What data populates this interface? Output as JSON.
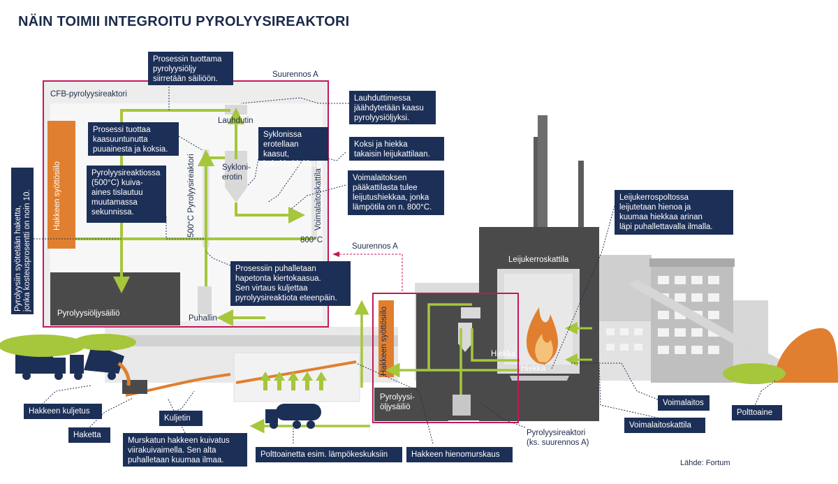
{
  "title": "NÄIN TOIMII INTEGROITU PYROLYYSIREAKTORI",
  "source": "Lähde: Fortum",
  "inset": {
    "name": "Suurennos A",
    "reactor_title": "CFB-pyrolyysireaktori",
    "hakkeen_syottosiilo": "Hakkeen syöttösiilo",
    "pyrolyysioljysailio": "Pyrolyysiöljysäiliö",
    "puhallin": "Puhallin",
    "lauhdutin": "Lauhdutin",
    "sykloni": "Sykloni-\nerotin",
    "reaktori_vert": "500°C Pyrolyysireaktori",
    "voimalaitoskattila_vert": "Voimalaitoskattila",
    "temp_800": "800°C"
  },
  "callouts": {
    "pyrolyysioljy": "Prosessin tuottama\npyrolyysiöljy\nsiirretään säiliöön.",
    "lauhduttimessa": "Lauhduttimessa\njäähdytetään kaasu\npyrolyysiöljyksi.",
    "prosessi_kaasu": "Prosessi tuottaa\nkaasuuntunutta\npuuainesta ja koksia.",
    "syklonissa": "Syklonissa\nerotellaan kaasut,\nkoksi ja hiekka.",
    "koksi_hiekka": "Koksi ja hiekka\ntakaisin leijukattilaan.",
    "pyrolyysireaktiossa": "Pyrolyysireaktiossa\n(500°C) kuiva-\naines tislautuu\nmuutamassa\nsekunnissa.",
    "voimalaitoksen": "Voimalaitoksen\npääkattilasta tulee\nleijutushiekkaa, jonka\nlämpötila on n. 800°C.",
    "puhalletaan": "Prosessiin puhalletaan\nhapetonta kiertokaasua.\nSen virtaus kuljettaa\npyrolyysireaktiota eteenpäin.",
    "leijukerrospoltossa": "Leijukerrospoltossa\nleijutetaan hienoa ja\nkuumaa hiekkaa arinan\nläpi puhallettavalla ilmalla.",
    "pyrolyysiin_vert_1": "Pyrolyysiin syötetään haketta,",
    "pyrolyysiin_vert_2": "jonka kosteusprosentti on noin 10.",
    "hakkeen_kuljetus": "Hakkeen kuljetus",
    "haketta": "Haketta",
    "kuljetin": "Kuljetin",
    "murskatun": "Murskatun hakkeen kuivatus\nviirakuivaimella. Sen alta\npuhalletaan kuumaa ilmaa.",
    "polttoainetta": "Polttoainetta esim. lämpökeskuksiin",
    "hienomurskaus": "Hakkeen hienomurskaus",
    "voimalaitos": "Voimalaitos",
    "voimalaitoskattila": "Voimalaitoskattila",
    "polttoaine": "Polttoaine"
  },
  "plant": {
    "suurennos_a": "Suurennos A",
    "leijukerroskattila": "Leijukerroskattila",
    "hiekka_1": "Hiekka",
    "hiekka_2": "Hiekka",
    "hakkeen_syottosiilo": "Hakkeen syöttösiilo",
    "pyrolyysioljysailio": "Pyrolyysi-\nöljysäiliö",
    "pyrolyysireaktori": "Pyrolyysireaktori\n(ks. suurennos A)"
  },
  "colors": {
    "navy": "#1c2f57",
    "green": "#a6c63b",
    "magenta": "#c2185b",
    "orange": "#e07f2f",
    "dark_gray": "#4a4a4a",
    "light_gray": "#e6e6e6"
  }
}
